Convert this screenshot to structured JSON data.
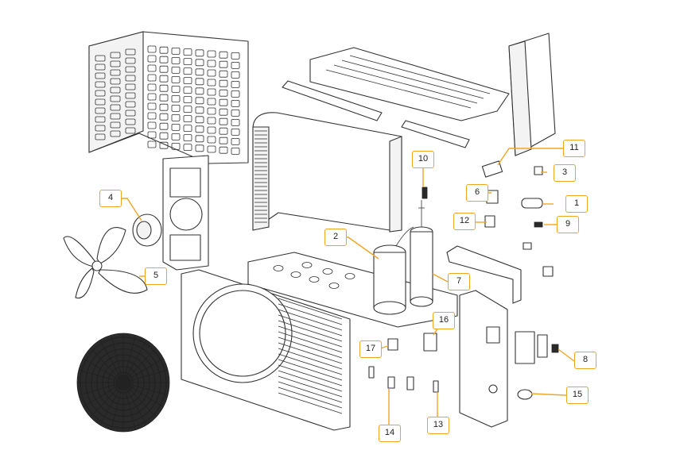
{
  "diagram": {
    "accent_color": "#f0a522",
    "line_color": "#333333",
    "labels": [
      "1",
      "2",
      "3",
      "4",
      "5",
      "6",
      "7",
      "8",
      "9",
      "10",
      "11",
      "12",
      "13",
      "14",
      "15",
      "16",
      "17"
    ]
  }
}
